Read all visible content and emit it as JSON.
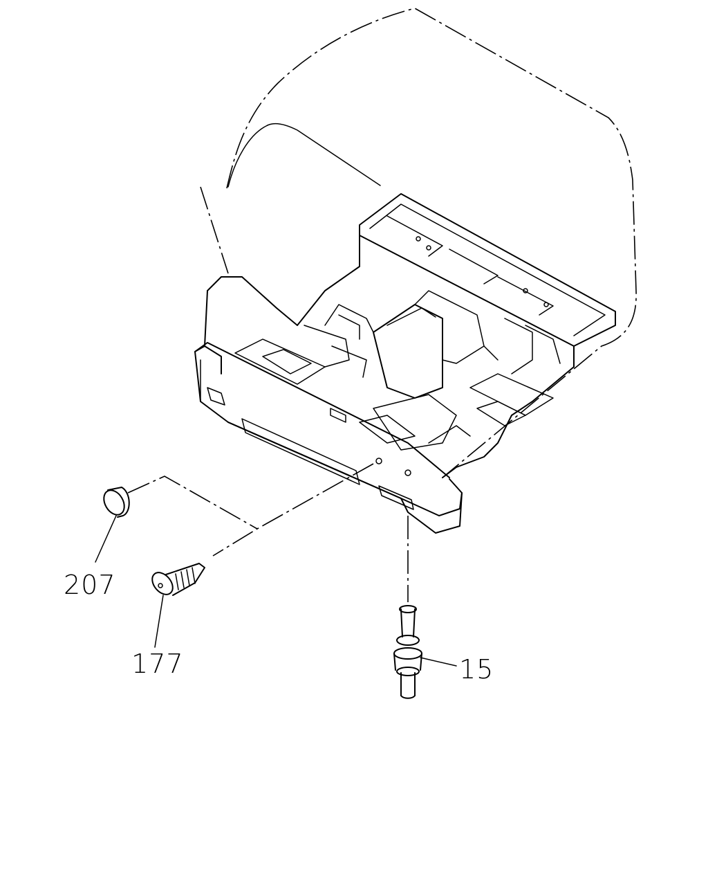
{
  "callouts": {
    "part_207": "207",
    "part_177": "177",
    "part_15": "15"
  }
}
